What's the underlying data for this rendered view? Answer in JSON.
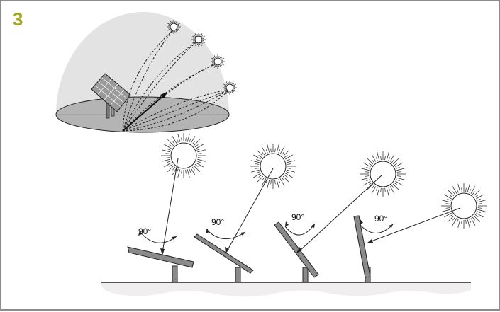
{
  "step": {
    "number": "3"
  },
  "panels": [
    {
      "angle_label": "90°"
    },
    {
      "angle_label": "90°"
    },
    {
      "angle_label": "90°"
    },
    {
      "angle_label": "90°"
    }
  ],
  "colors": {
    "step_number": "#a5a51d",
    "frame": "#8c8c8c",
    "dome": "#e3e3e3",
    "ground_disc": "#b4b4b4",
    "panel": "#8a8a8a",
    "terrain": "#f0eeee"
  }
}
